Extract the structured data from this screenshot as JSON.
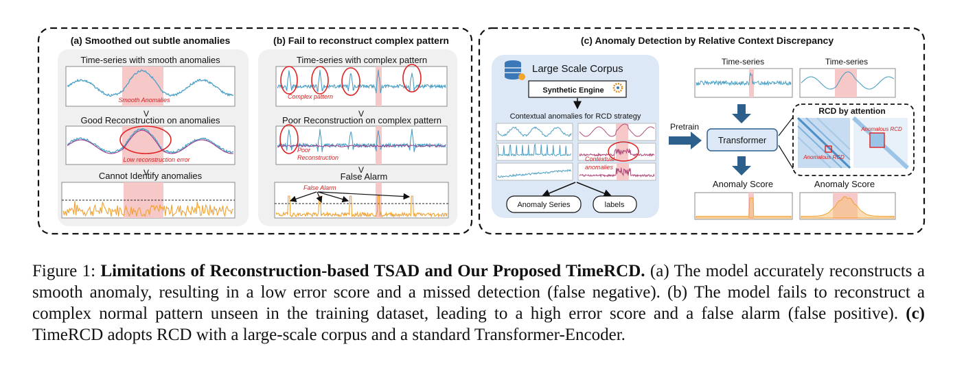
{
  "figure": {
    "panel_a": {
      "title": "(a) Smoothed out subtle anomalies",
      "row1_label": "Time-series with smooth anomalies",
      "anomaly_tag": "Smooth Anomalies",
      "row2_label": "Good Reconstruction on anomalies",
      "recon_tag": "Low reconstruction error",
      "row3_label": "Cannot Identify anomalies",
      "arrow": "V"
    },
    "panel_b": {
      "title": "(b) Fail to reconstruct complex pattern",
      "row1_label": "Time-series with complex pattern",
      "pattern_tag": "Complex pattern",
      "row2_label": "Poor Reconstruction on complex pattern",
      "recon_tag_1": "Poor",
      "recon_tag_2": "Reconstruction",
      "row3_label": "False Alarm",
      "alarm_tag": "False Alarm",
      "arrow": "V"
    },
    "panel_c": {
      "title": "(c) Anomaly Detection by Relative Context Discrepancy",
      "corpus_label": "Large Scale Corpus",
      "engine_label": "Synthetic Engine",
      "contextual_label": "Contextual anomalies for RCD strategy",
      "contextual_tag_1": "Contextual",
      "contextual_tag_2": "anomalies",
      "output_series": "Anomaly Series",
      "output_labels": "labels",
      "pretrain_label": "Pretrain",
      "transformer_label": "Transformer",
      "series_label_1": "Time-series",
      "series_label_2": "Time-series",
      "score_label_1": "Anomaly Score",
      "score_label_2": "Anomaly Score",
      "rcd_title": "RCD by attention",
      "rcd_tag_1": "Anomalous RCD",
      "rcd_tag_2": "Anomalous RCD"
    },
    "colors": {
      "series": "#4a9fc4",
      "recon": "#9b3a8a",
      "score": "#f0a030",
      "anomaly_shade": "#f7c8c8",
      "highlight_red": "#e02020",
      "corpus_bg": "#dde8f6",
      "arrow_blue": "#2d5f8c"
    }
  },
  "caption": {
    "prefix": "Figure 1: ",
    "bold_title": "Limitations of Reconstruction-based TSAD and Our Proposed TimeRCD.",
    "part_a": " (a) The model accurately reconstructs a smooth anomaly, resulting in a low error score and a missed detection (false negative). (b) The model fails to reconstruct a complex normal pattern unseen in the training dataset, leading to a high error score and a false alarm (false positive). ",
    "bold_c": "(c)",
    "part_c": " TimeRCD adopts RCD with a large-scale corpus and a standard Transformer-Encoder."
  }
}
